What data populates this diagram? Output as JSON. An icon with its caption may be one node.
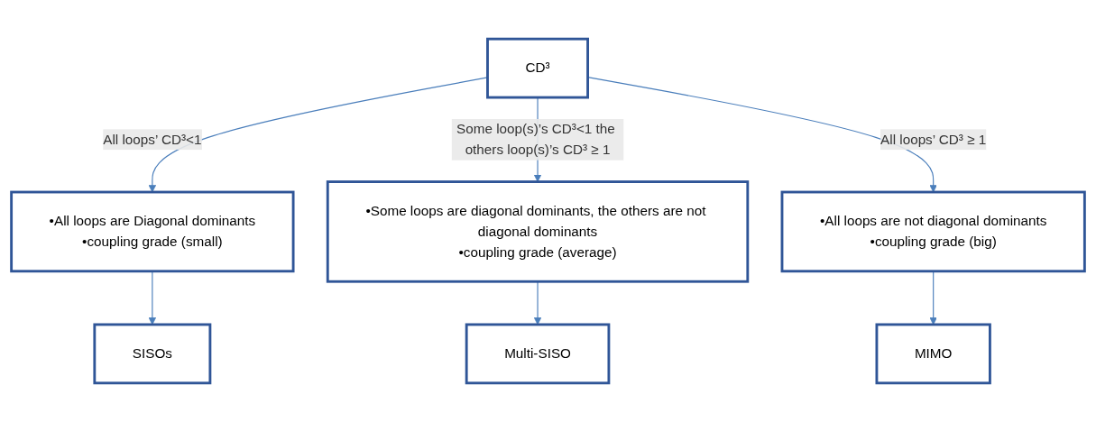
{
  "diagram": {
    "nodes": [
      {
        "text": [
          "CD³"
        ]
      },
      {
        "text": [
          "•All loops are Diagonal dominants",
          "•coupling grade (small)"
        ]
      },
      {
        "text": [
          "•Some loops are diagonal dominants, the others are not diagonal dominants",
          "•coupling grade (average)"
        ]
      },
      {
        "text": [
          "•All loops are not diagonal dominants",
          "•coupling grade (big)"
        ]
      },
      {
        "text": [
          "SISOs"
        ]
      },
      {
        "text": [
          "Multi-SISO"
        ]
      },
      {
        "text": [
          "MIMO"
        ]
      }
    ],
    "edges": [
      {
        "from": 0,
        "to": 1,
        "arrow": "to",
        "label": "All loops’ CD³<1"
      },
      {
        "from": 0,
        "to": 2,
        "arrow": "to",
        "label": "Some loop(s)’s CD³<1 the others loop(s)’s CD³ ≥ 1"
      },
      {
        "from": 0,
        "to": 3,
        "arrow": "to",
        "label": "All loops’ CD³ ≥ 1"
      },
      {
        "from": 1,
        "to": 4,
        "arrow": "to"
      },
      {
        "from": 2,
        "to": 5,
        "arrow": "to"
      },
      {
        "from": 3,
        "to": 6,
        "arrow": "to"
      }
    ]
  }
}
